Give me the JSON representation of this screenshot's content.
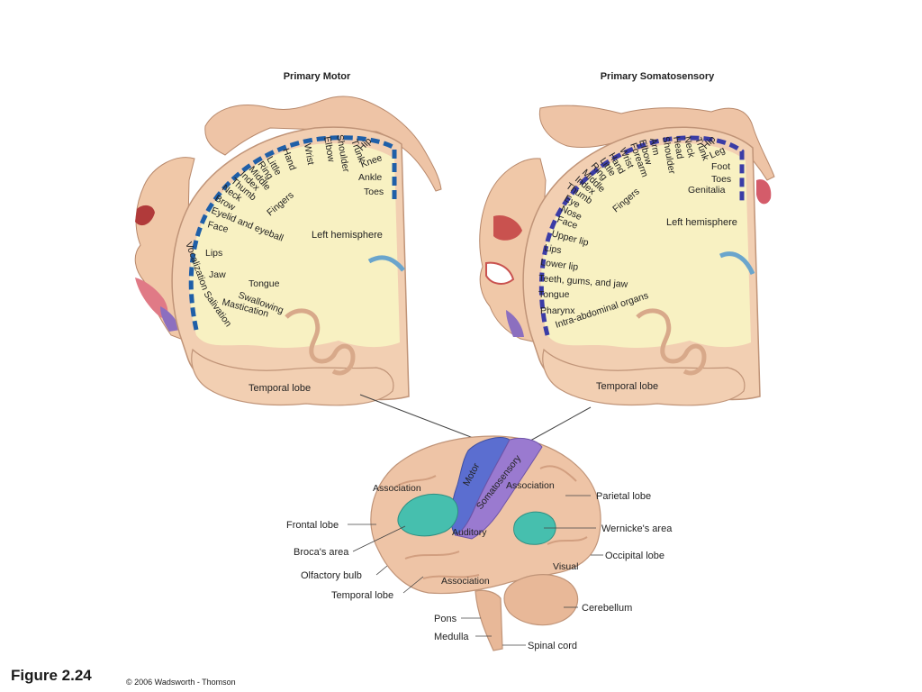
{
  "figure": {
    "caption": "Figure 2.24",
    "copyright": "© 2006 Wadsworth - Thomson"
  },
  "motor_panel": {
    "title": "Primary Motor",
    "hemisphere": "Left hemisphere",
    "temporal": "Temporal lobe",
    "labels": [
      "Toes",
      "Ankle",
      "Knee",
      "Hip",
      "Trunk",
      "Shoulder",
      "Elbow",
      "Wrist",
      "Hand",
      "Little",
      "Ring",
      "Middle",
      "Index",
      "Thumb",
      "Neck",
      "Brow",
      "Eyelid and eyeball",
      "Face",
      "Lips",
      "Jaw",
      "Tongue",
      "Vocalization",
      "Swallowing",
      "Mastication",
      "Salivation",
      "Fingers"
    ]
  },
  "somato_panel": {
    "title": "Primary Somatosensory",
    "hemisphere": "Left hemisphere",
    "temporal": "Temporal lobe",
    "labels": [
      "Genitalia",
      "Toes",
      "Foot",
      "Leg",
      "Hip",
      "Trunk",
      "Neck",
      "Head",
      "Shoulder",
      "Arm",
      "Elbow",
      "Forearm",
      "Wrist",
      "Hand",
      "Little",
      "Ring",
      "Middle",
      "Index",
      "Thumb",
      "Eye",
      "Nose",
      "Face",
      "Upper lip",
      "Lips",
      "Lower lip",
      "Teeth, gums, and jaw",
      "Tongue",
      "Pharynx",
      "Intra-abdominal organs",
      "Fingers"
    ]
  },
  "brain": {
    "motor": "Motor",
    "somatosensory": "Somatosensory",
    "association_front": "Association",
    "association_back": "Association",
    "association_bottom": "Association",
    "auditory": "Auditory",
    "visual": "Visual",
    "left_labels": [
      "Frontal lobe",
      "Broca's area",
      "Olfactory bulb",
      "Temporal lobe",
      "Pons",
      "Medulla"
    ],
    "right_labels": [
      "Parietal lobe",
      "Wernicke's area",
      "Occipital lobe",
      "Cerebellum",
      "Spinal cord"
    ]
  }
}
